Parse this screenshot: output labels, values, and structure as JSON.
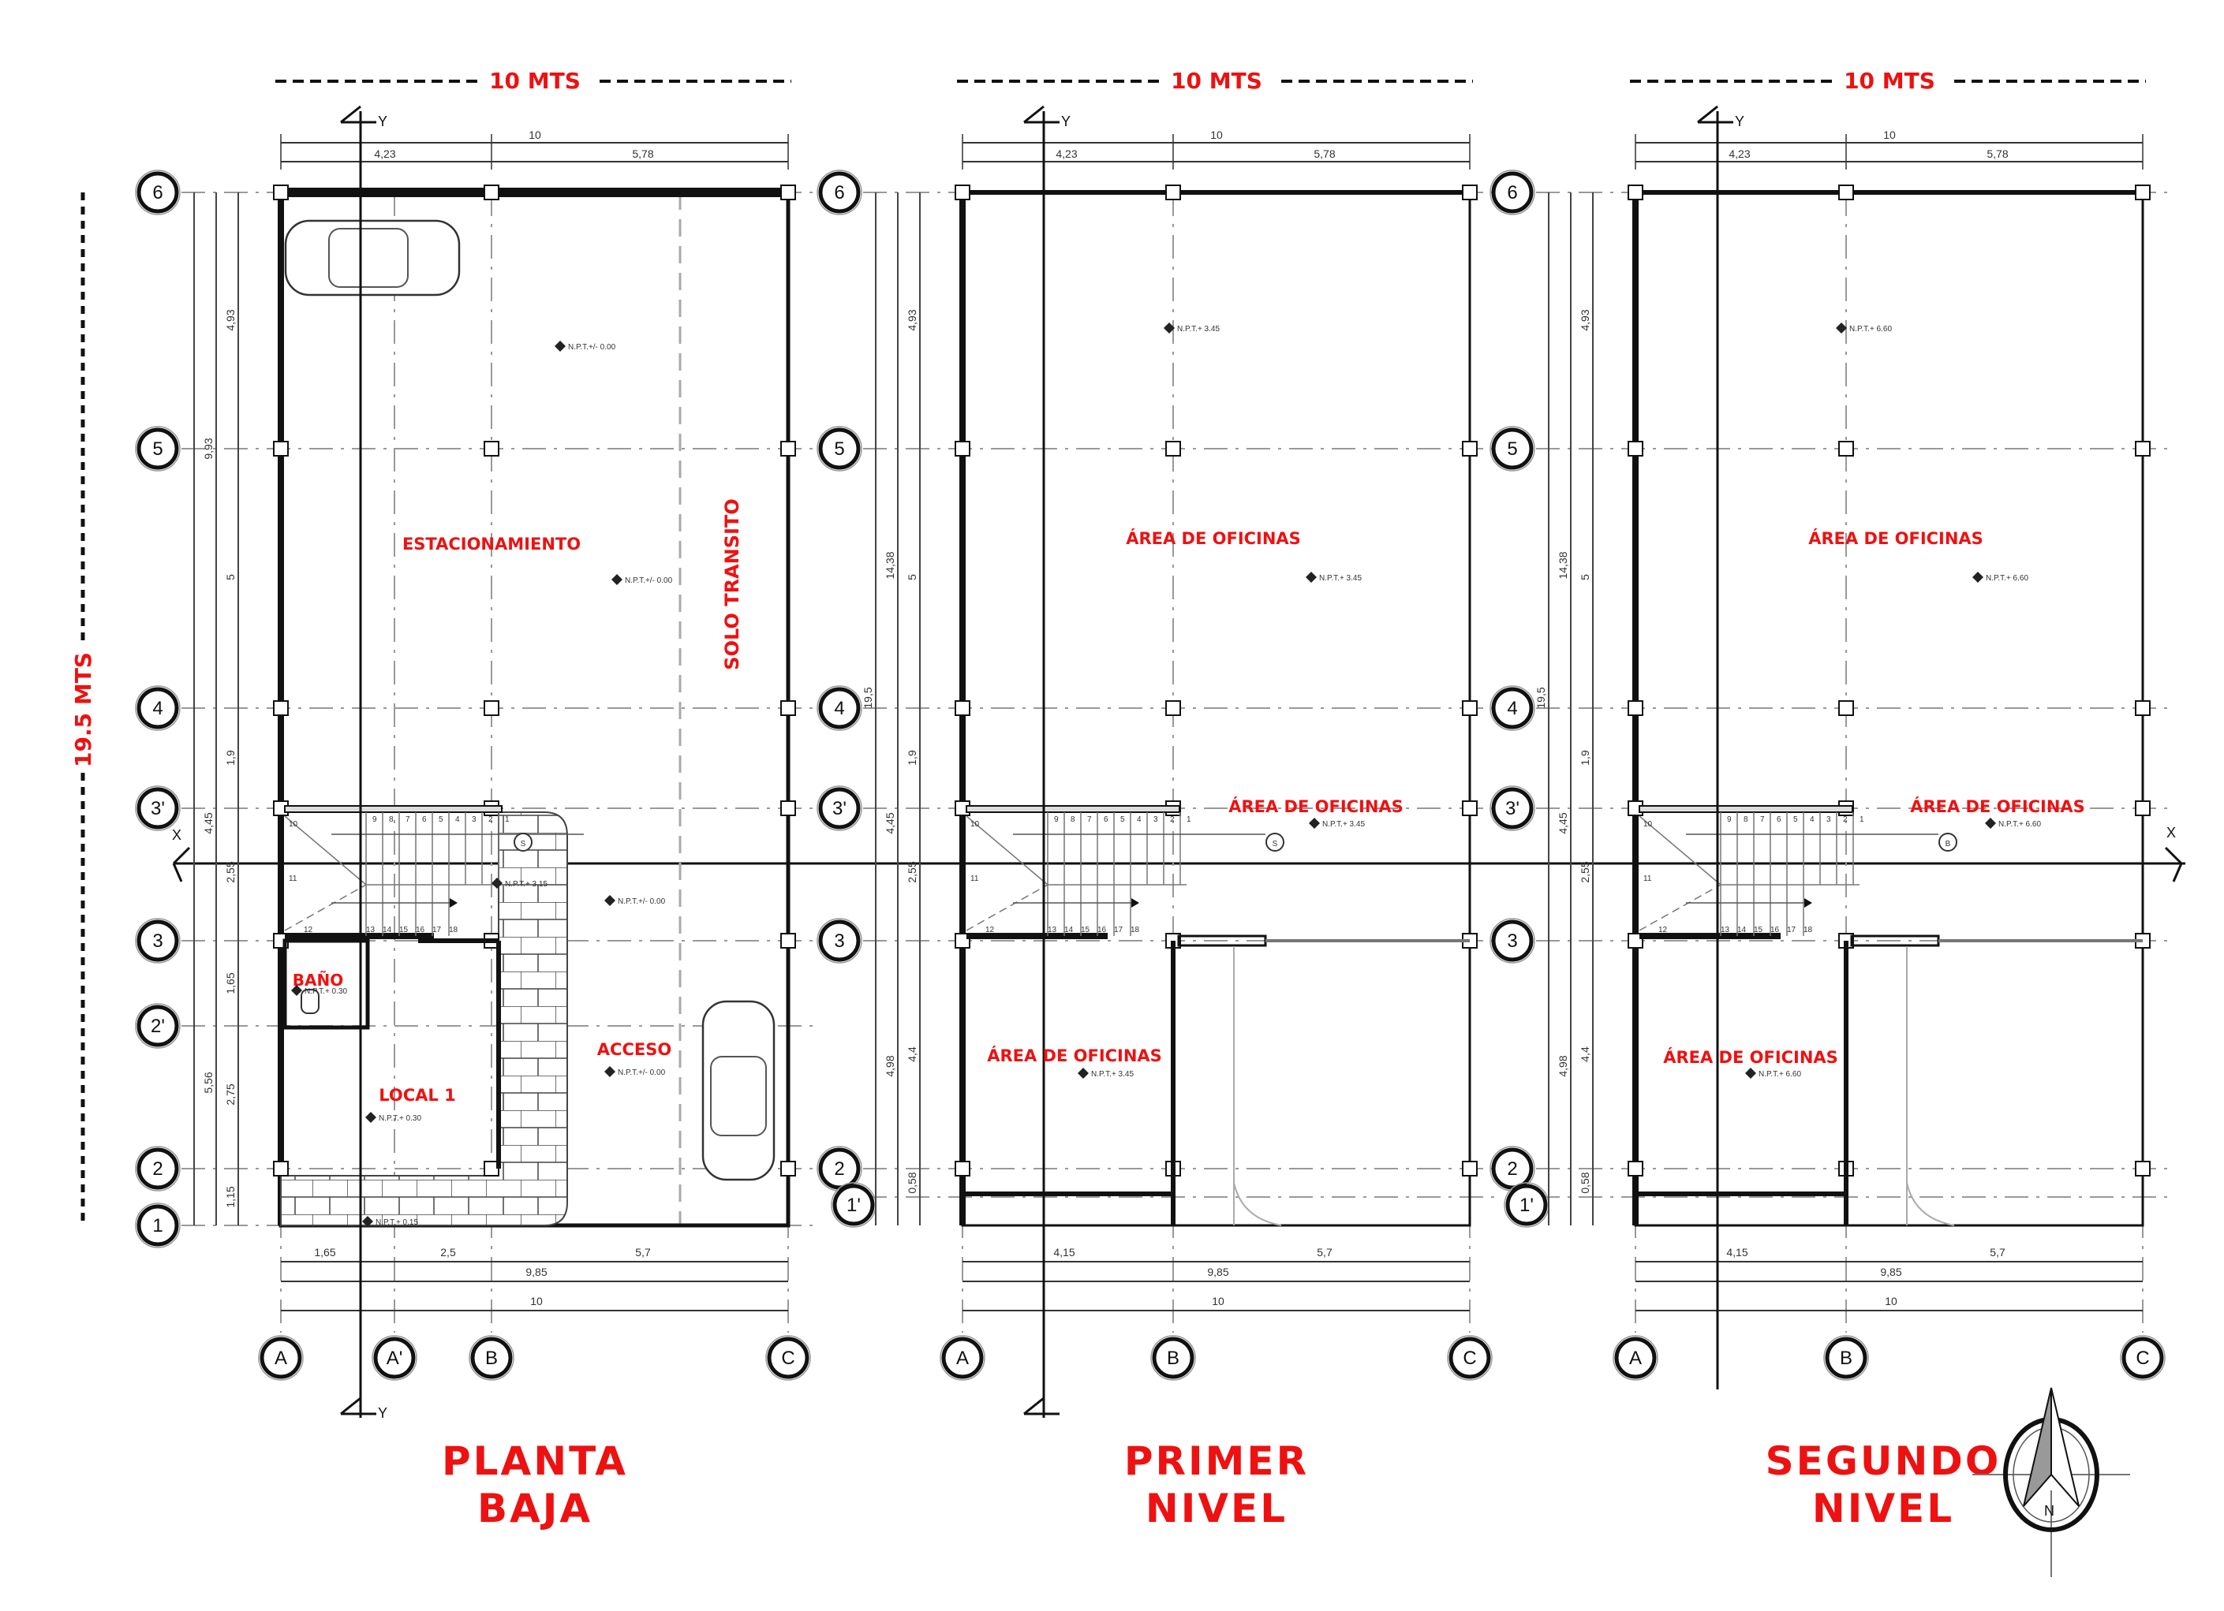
{
  "colors": {
    "accent": "#ee1111",
    "line": "#111111",
    "grid": "#888888"
  },
  "axes": {
    "x_label": "X",
    "y_label": "Y"
  },
  "side_dimension": "19.5 MTS",
  "north_arrow": {
    "label": "N"
  },
  "plans": [
    {
      "width_label": "10 MTS",
      "title_line1": "PLANTA",
      "title_line2": "BAJA",
      "grid_rows": [
        "6",
        "5",
        "4",
        "3'",
        "3",
        "2'",
        "2",
        "1"
      ],
      "grid_cols": [
        "A",
        "A'",
        "B",
        "C"
      ],
      "dims_top": [
        "10",
        "4,23",
        "5,78"
      ],
      "dims_bottom": [
        "1,65",
        "2,5",
        "5,7",
        "9,85",
        "10"
      ],
      "dims_left": [
        "9,93",
        "4,45",
        "5,56",
        "4,93",
        "5",
        "1,9",
        "2,55",
        "1,65",
        "2,75",
        "1,15"
      ],
      "rooms": [
        "ESTACIONAMIENTO",
        "SOLO TRANSITO",
        "ACCESO",
        "LOCAL 1",
        "BAÑO"
      ],
      "levels": [
        "N.P.T.+/- 0.00",
        "N.P.T.+/- 0.00",
        "N.P.T.+ 3.15",
        "N.P.T.+/- 0.00",
        "N.P.T.+/- 0.00",
        "N.P.T.+ 0.30",
        "N.P.T.+ 0.30",
        "N.P.T.+ 0.15"
      ],
      "stair_steps": [
        "1",
        "2",
        "3",
        "4",
        "5",
        "6",
        "7",
        "8",
        "9",
        "10",
        "11",
        "12",
        "13",
        "14",
        "15",
        "16",
        "17",
        "18"
      ],
      "stair_symbol": "S"
    },
    {
      "width_label": "10 MTS",
      "title_line1": "PRIMER",
      "title_line2": "NIVEL",
      "grid_rows": [
        "6",
        "5",
        "4",
        "3'",
        "3",
        "2",
        "1'"
      ],
      "grid_cols": [
        "A",
        "B",
        "C"
      ],
      "dims_top": [
        "10",
        "4,23",
        "5,78"
      ],
      "dims_bottom": [
        "4,15",
        "5,7",
        "9,85",
        "10"
      ],
      "dims_left": [
        "19,5",
        "14,38",
        "4,45",
        "4,98",
        "4,93",
        "5",
        "1,9",
        "2,55",
        "4,4",
        "0,58"
      ],
      "rooms": [
        "ÁREA DE OFICINAS",
        "ÁREA DE OFICINAS",
        "ÁREA DE OFICINAS"
      ],
      "levels": [
        "N.P.T.+ 3.45",
        "N.P.T.+ 3.45",
        "N.P.T.+ 3.45",
        "N.P.T.+ 3.45"
      ],
      "stair_steps": [
        "1",
        "2",
        "3",
        "4",
        "5",
        "6",
        "7",
        "8",
        "9",
        "10",
        "11",
        "12",
        "13",
        "14",
        "15",
        "16",
        "17",
        "18"
      ],
      "stair_symbol": "S"
    },
    {
      "width_label": "10 MTS",
      "title_line1": "SEGUNDO",
      "title_line2": "NIVEL",
      "grid_rows": [
        "6",
        "5",
        "4",
        "3'",
        "3",
        "2",
        "1'"
      ],
      "grid_cols": [
        "A",
        "B",
        "C"
      ],
      "dims_top": [
        "10",
        "4,23",
        "5,78"
      ],
      "dims_bottom": [
        "4,15",
        "5,7",
        "9,85",
        "10"
      ],
      "dims_left": [
        "19,5",
        "14,38",
        "4,45",
        "4,98",
        "4,93",
        "5",
        "1,9",
        "2,55",
        "4,4",
        "0,58"
      ],
      "rooms": [
        "ÁREA DE OFICINAS",
        "ÁREA DE OFICINAS",
        "ÁREA DE OFICINAS"
      ],
      "levels": [
        "N.P.T.+ 6.60",
        "N.P.T.+ 6.60",
        "N.P.T.+ 6.60",
        "N.P.T.+ 6.60"
      ],
      "stair_steps": [
        "1",
        "2",
        "3",
        "4",
        "5",
        "6",
        "7",
        "8",
        "9",
        "10",
        "11",
        "12",
        "13",
        "14",
        "15",
        "16",
        "17",
        "18"
      ],
      "stair_symbol": "B"
    }
  ]
}
